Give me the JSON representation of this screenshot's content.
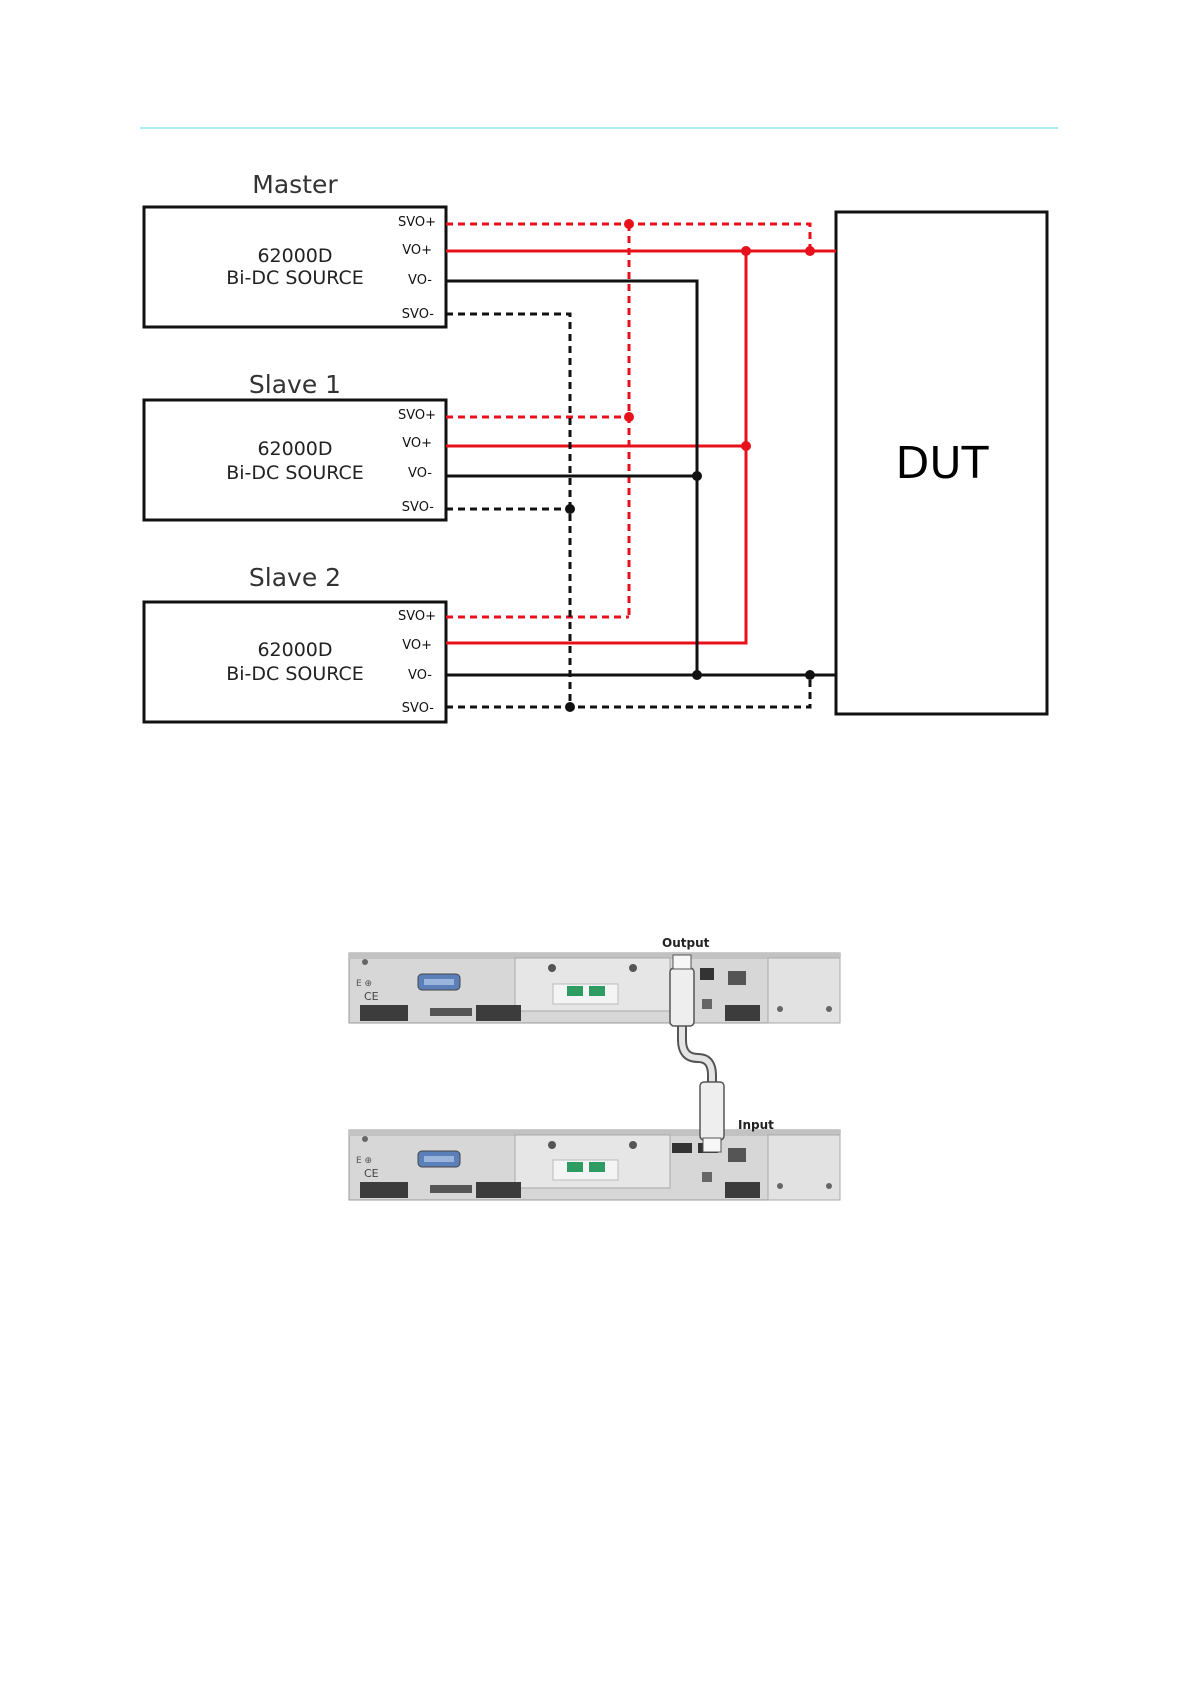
{
  "colors": {
    "header_rule": "#8fe8ea",
    "sense_positive": "#e8101a",
    "power_positive": "#e8101a",
    "power_negative": "#000000",
    "sense_negative": "#000000"
  },
  "diagram": {
    "units": [
      {
        "title": "Master",
        "model": "62000D",
        "type": "Bi-DC SOURCE",
        "terminals": [
          "SVO+",
          "VO+",
          "VO-",
          "SVO-"
        ]
      },
      {
        "title": "Slave 1",
        "model": "62000D",
        "type": "Bi-DC SOURCE",
        "terminals": [
          "SVO+",
          "VO+",
          "VO-",
          "SVO-"
        ]
      },
      {
        "title": "Slave 2",
        "model": "62000D",
        "type": "Bi-DC SOURCE",
        "terminals": [
          "SVO+",
          "VO+",
          "VO-",
          "SVO-"
        ]
      }
    ],
    "dut_label": "DUT",
    "nets": [
      {
        "name": "SVO+",
        "style": "dashed",
        "color": "red"
      },
      {
        "name": "VO+",
        "style": "solid",
        "color": "red"
      },
      {
        "name": "VO-",
        "style": "solid",
        "color": "black"
      },
      {
        "name": "SVO-",
        "style": "dashed",
        "color": "black"
      }
    ]
  },
  "photo": {
    "output_label": "Output",
    "input_label": "Input"
  }
}
